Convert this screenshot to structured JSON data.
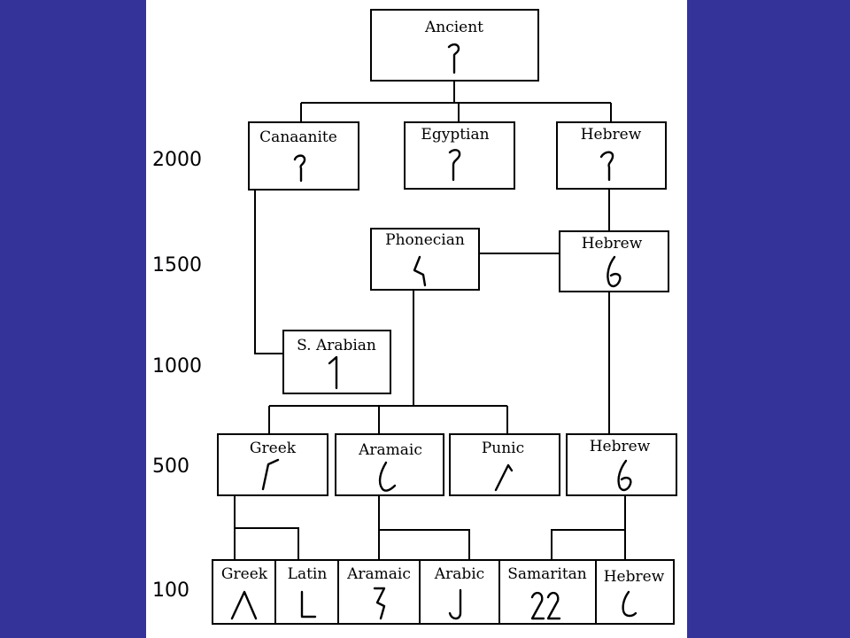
{
  "timeline": [
    "2000",
    "1500",
    "1000",
    "500",
    "100"
  ],
  "nodes": [
    {
      "id": "ancient",
      "label": "Ancient",
      "glyph": "ancient-resh-glyph"
    },
    {
      "id": "canaanite",
      "label": "Canaanite",
      "glyph": "canaanite-resh-glyph"
    },
    {
      "id": "egyptian",
      "label": "Egyptian",
      "glyph": "egyptian-resh-glyph"
    },
    {
      "id": "hebrew-2000",
      "label": "Hebrew",
      "glyph": "hebrew-resh-glyph"
    },
    {
      "id": "phoenecian",
      "label": "Phonecian",
      "glyph": "phoenecian-lamed-glyph"
    },
    {
      "id": "hebrew-1500",
      "label": "Hebrew",
      "glyph": "hebrew-lamed-glyph"
    },
    {
      "id": "s-arabian",
      "label": "S. Arabian",
      "glyph": "s-arabian-glyph"
    },
    {
      "id": "greek-500",
      "label": "Greek",
      "glyph": "greek-gamma-glyph"
    },
    {
      "id": "aramaic-500",
      "label": "Aramaic",
      "glyph": "aramaic-lamed-glyph"
    },
    {
      "id": "punic",
      "label": "Punic",
      "glyph": "punic-glyph"
    },
    {
      "id": "hebrew-500",
      "label": "Hebrew",
      "glyph": "hebrew-lamed-glyph"
    },
    {
      "id": "greek-100",
      "label": "Greek",
      "glyph": "greek-lambda-glyph"
    },
    {
      "id": "latin",
      "label": "Latin",
      "glyph": "latin-l-glyph"
    },
    {
      "id": "aramaic-100",
      "label": "Aramaic",
      "glyph": "aramaic-lamed-glyph"
    },
    {
      "id": "arabic",
      "label": "Arabic",
      "glyph": "arabic-lam-glyph"
    },
    {
      "id": "samaritan",
      "label": "Samaritan",
      "glyph": "samaritan-glyph"
    },
    {
      "id": "hebrew-100",
      "label": "Hebrew",
      "glyph": "hebrew-lamed-glyph"
    }
  ]
}
